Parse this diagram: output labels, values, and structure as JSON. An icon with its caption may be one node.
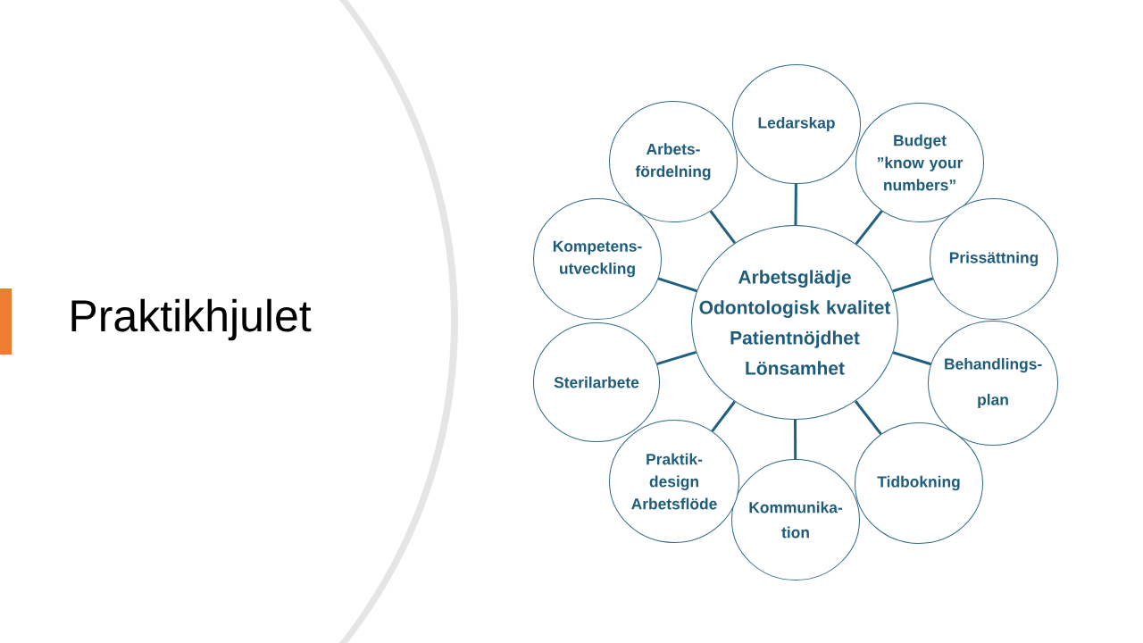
{
  "diagram": {
    "title": "Praktikhjulet",
    "nodes": [
      {
        "text": [
          "Arbetsglädje",
          "Odontologisk kvalitet",
          "Patientnöjdhet",
          "Lönsamhet"
        ]
      },
      {
        "text": [
          "Ledarskap"
        ]
      },
      {
        "text": [
          "Budget ”know your numbers”"
        ]
      },
      {
        "text": [
          "Prissättning"
        ]
      },
      {
        "text": [
          "Behandlings- plan"
        ]
      },
      {
        "text": [
          "Tidbokning"
        ]
      },
      {
        "text": [
          "Kommunika- tion"
        ]
      },
      {
        "text": [
          "Praktik- design Arbetsflöde"
        ]
      },
      {
        "text": [
          "Sterilarbete"
        ]
      },
      {
        "text": [
          "Kompetens- utveckling"
        ]
      },
      {
        "text": [
          "Arbets- fördelning"
        ]
      }
    ],
    "edges": [
      {
        "from": 0,
        "to": 1,
        "arrow": "none"
      },
      {
        "from": 0,
        "to": 2,
        "arrow": "none"
      },
      {
        "from": 0,
        "to": 3,
        "arrow": "none"
      },
      {
        "from": 0,
        "to": 4,
        "arrow": "none"
      },
      {
        "from": 0,
        "to": 5,
        "arrow": "none"
      },
      {
        "from": 0,
        "to": 6,
        "arrow": "none"
      },
      {
        "from": 0,
        "to": 7,
        "arrow": "none"
      },
      {
        "from": 0,
        "to": 8,
        "arrow": "none"
      },
      {
        "from": 0,
        "to": 9,
        "arrow": "none"
      },
      {
        "from": 0,
        "to": 10,
        "arrow": "none"
      }
    ]
  }
}
